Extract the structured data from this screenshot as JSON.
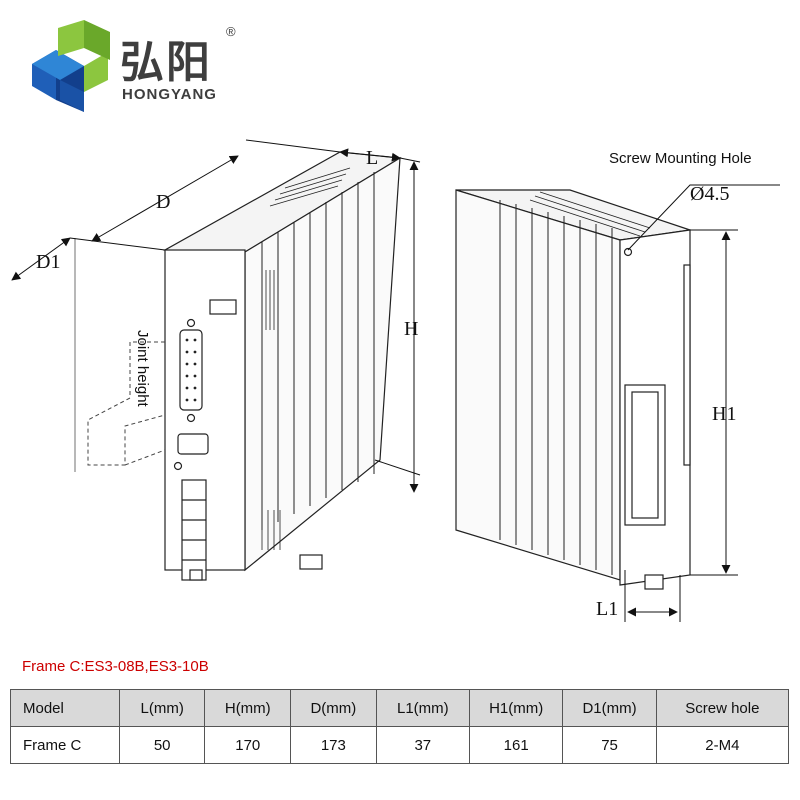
{
  "brand": {
    "name_cn": "弘阳",
    "name_en": "HONGYANG",
    "registered": "®"
  },
  "drawing": {
    "dim_L": "L",
    "dim_D": "D",
    "dim_D1": "D1",
    "dim_H": "H",
    "dim_H1": "H1",
    "dim_L1": "L1",
    "joint_height": "Joint height",
    "screw_label": "Screw Mounting Hole",
    "screw_diameter": "Ø4.5"
  },
  "frame_title": "Frame C:ES3-08B,ES3-10B",
  "table": {
    "headers": [
      "Model",
      "L(mm)",
      "H(mm)",
      "D(mm)",
      "L1(mm)",
      "H1(mm)",
      "D1(mm)",
      "Screw hole"
    ],
    "rows": [
      [
        "Frame C",
        "50",
        "170",
        "173",
        "37",
        "161",
        "75",
        "2-M4"
      ]
    ]
  },
  "colors": {
    "brand_blue": "#1f5fb8",
    "brand_green": "#8cc63f",
    "brand_dark_blue": "#123f8c",
    "title_red": "#cc0000",
    "header_gray": "#d9d9d9"
  }
}
